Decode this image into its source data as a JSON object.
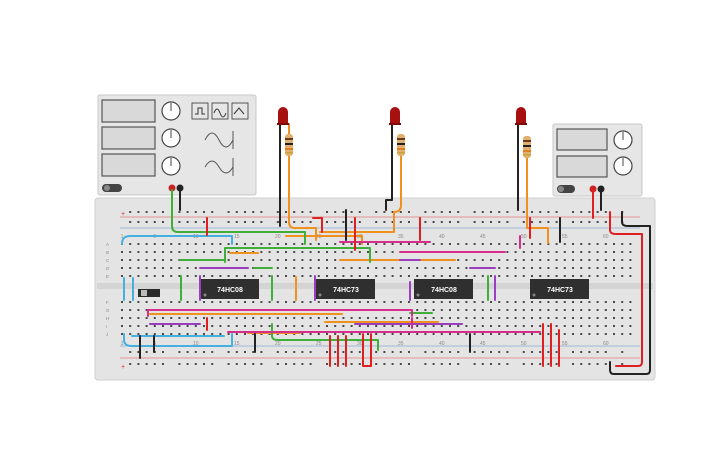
{
  "chips": [
    {
      "label": "74HC08"
    },
    {
      "label": "74HC73"
    },
    {
      "label": "74HC08"
    },
    {
      "label": "74HC73"
    }
  ],
  "breadboard": {
    "column_numbers": [
      "1",
      "5",
      "10",
      "15",
      "20",
      "25",
      "30",
      "35",
      "40",
      "45",
      "50",
      "55",
      "60"
    ],
    "row_letters_top": [
      "A",
      "B",
      "C",
      "D",
      "E"
    ],
    "row_letters_bottom": [
      "F",
      "G",
      "H",
      "I",
      "J"
    ],
    "plus_sign": "+",
    "minus_sign": "−"
  },
  "components": {
    "function_generator": {
      "name": "function-generator",
      "waveform_buttons": [
        "square",
        "triangle",
        "sine"
      ]
    },
    "power_supply": {
      "name": "power-supply"
    },
    "leds": [
      {
        "color": "red"
      },
      {
        "color": "red"
      },
      {
        "color": "red"
      }
    ],
    "resistors": [
      {
        "bands": [
          "brown",
          "black",
          "orange",
          "gold"
        ]
      },
      {
        "bands": [
          "brown",
          "black",
          "orange",
          "gold"
        ]
      },
      {
        "bands": [
          "brown",
          "black",
          "orange",
          "gold"
        ]
      }
    ]
  },
  "colors": {
    "board": "#e4e4e4",
    "board_edge": "#cfcfcf",
    "hole": "#4a4a4a",
    "rail_red": "#e03030",
    "rail_blue": "#4a86c8",
    "chip": "#2f2f2f",
    "wire_orange": "#f0901e",
    "wire_green": "#3fae3a",
    "wire_purple": "#9a3fc0",
    "wire_magenta": "#d62e8a",
    "wire_blue": "#45b0e0",
    "wire_red": "#e02020",
    "wire_black": "#222222",
    "instrument": "#e6e6e6",
    "screen": "#d9d9d9",
    "led": "#a81010"
  }
}
